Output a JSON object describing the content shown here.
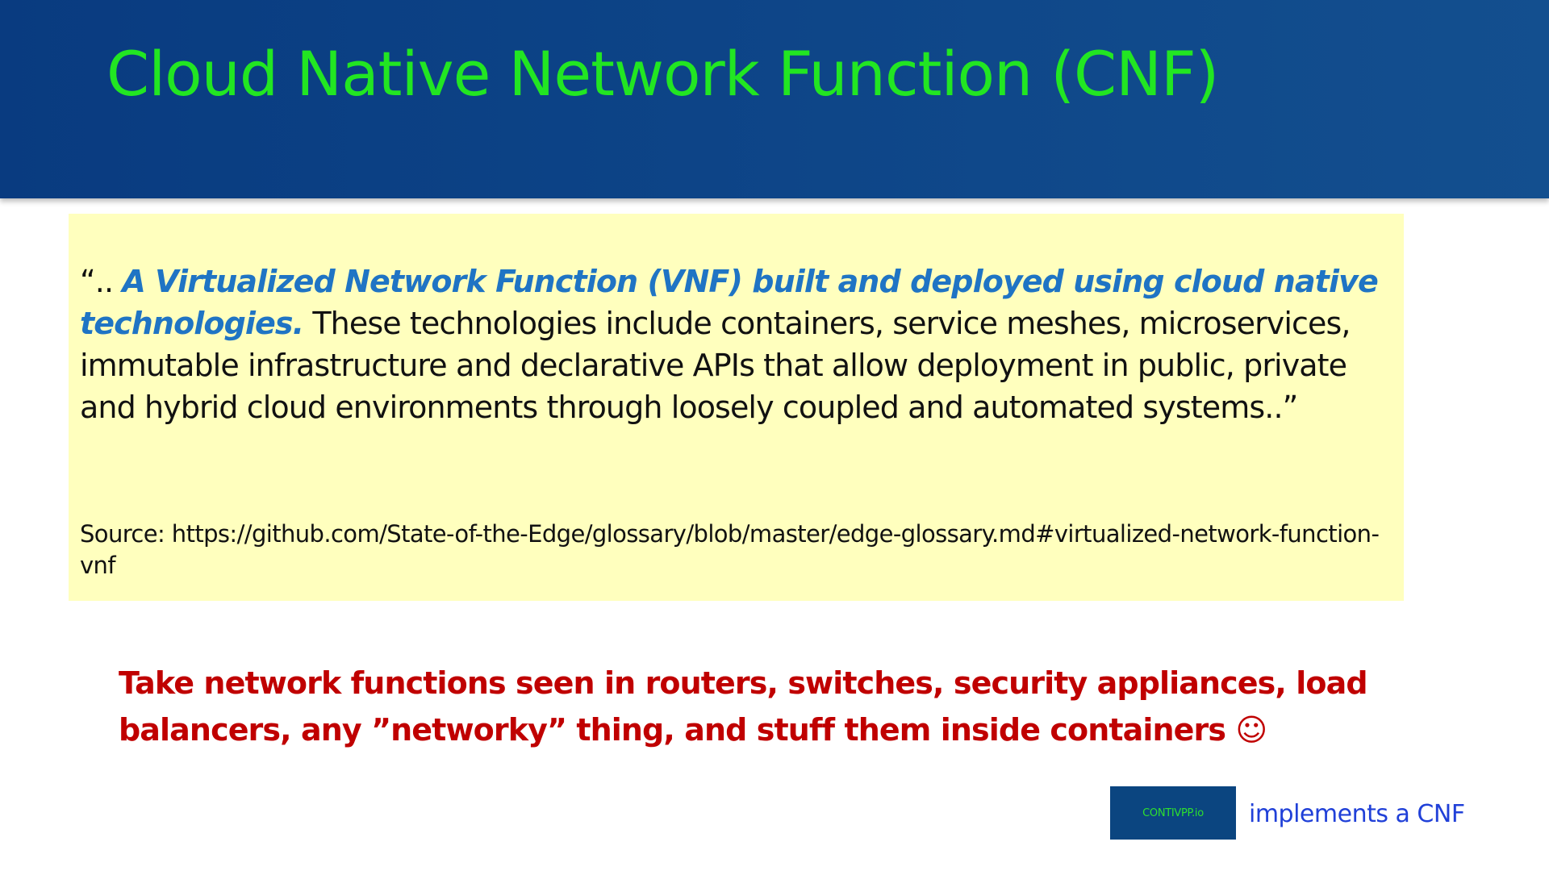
{
  "slide": {
    "title": "Cloud Native Network Function (CNF)"
  },
  "quote": {
    "open_marks": "“.. ",
    "emphasis": "A Virtualized Network Function (VNF) built and deployed using cloud native technologies.",
    "body": " These technologies include containers, service meshes, microservices, immutable infrastructure and declarative APIs that allow deployment in public, private and hybrid cloud environments through loosely coupled and automated systems..”",
    "source": "Source: https://github.com/State-of-the-Edge/glossary/blob/master/edge-glossary.md#virtualized-network-function-vnf"
  },
  "takeaway": {
    "text": "Take network functions seen in routers, switches, security appliances, load balancers, any ”networky” thing, and stuff them inside containers ",
    "smiley": "☺"
  },
  "footer": {
    "logo_label": "CONTIVPP.io",
    "caption": "implements a CNF"
  },
  "colors": {
    "header_band": "#0d4487",
    "title": "#22e622",
    "quote_background": "#ffffbe",
    "quote_emphasis": "#1f74c4",
    "takeaway": "#c00000",
    "caption": "#2040d8"
  }
}
